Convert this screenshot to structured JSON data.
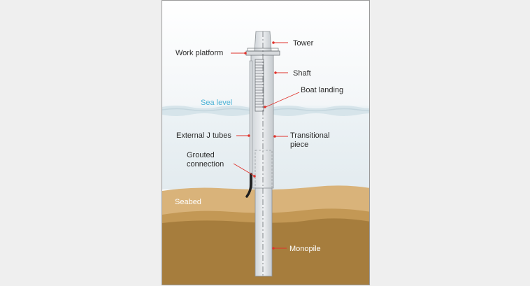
{
  "labels": {
    "tower": "Tower",
    "work_platform": "Work platform",
    "shaft": "Shaft",
    "boat_landing": "Boat landing",
    "sea_level": "Sea level",
    "external_j_tubes": "External J tubes",
    "transitional_piece_1": "Transitional",
    "transitional_piece_2": "piece",
    "grouted_connection_1": "Grouted",
    "grouted_connection_2": "connection",
    "seabed": "Seabed",
    "monopile": "Monopile"
  },
  "colors": {
    "leader_line": "#e0322b",
    "sea_level_text": "#4bb3d6",
    "seabed_upper": "#d9b37a",
    "seabed_lower": "#a67d3d",
    "water": "#e8eff3"
  }
}
